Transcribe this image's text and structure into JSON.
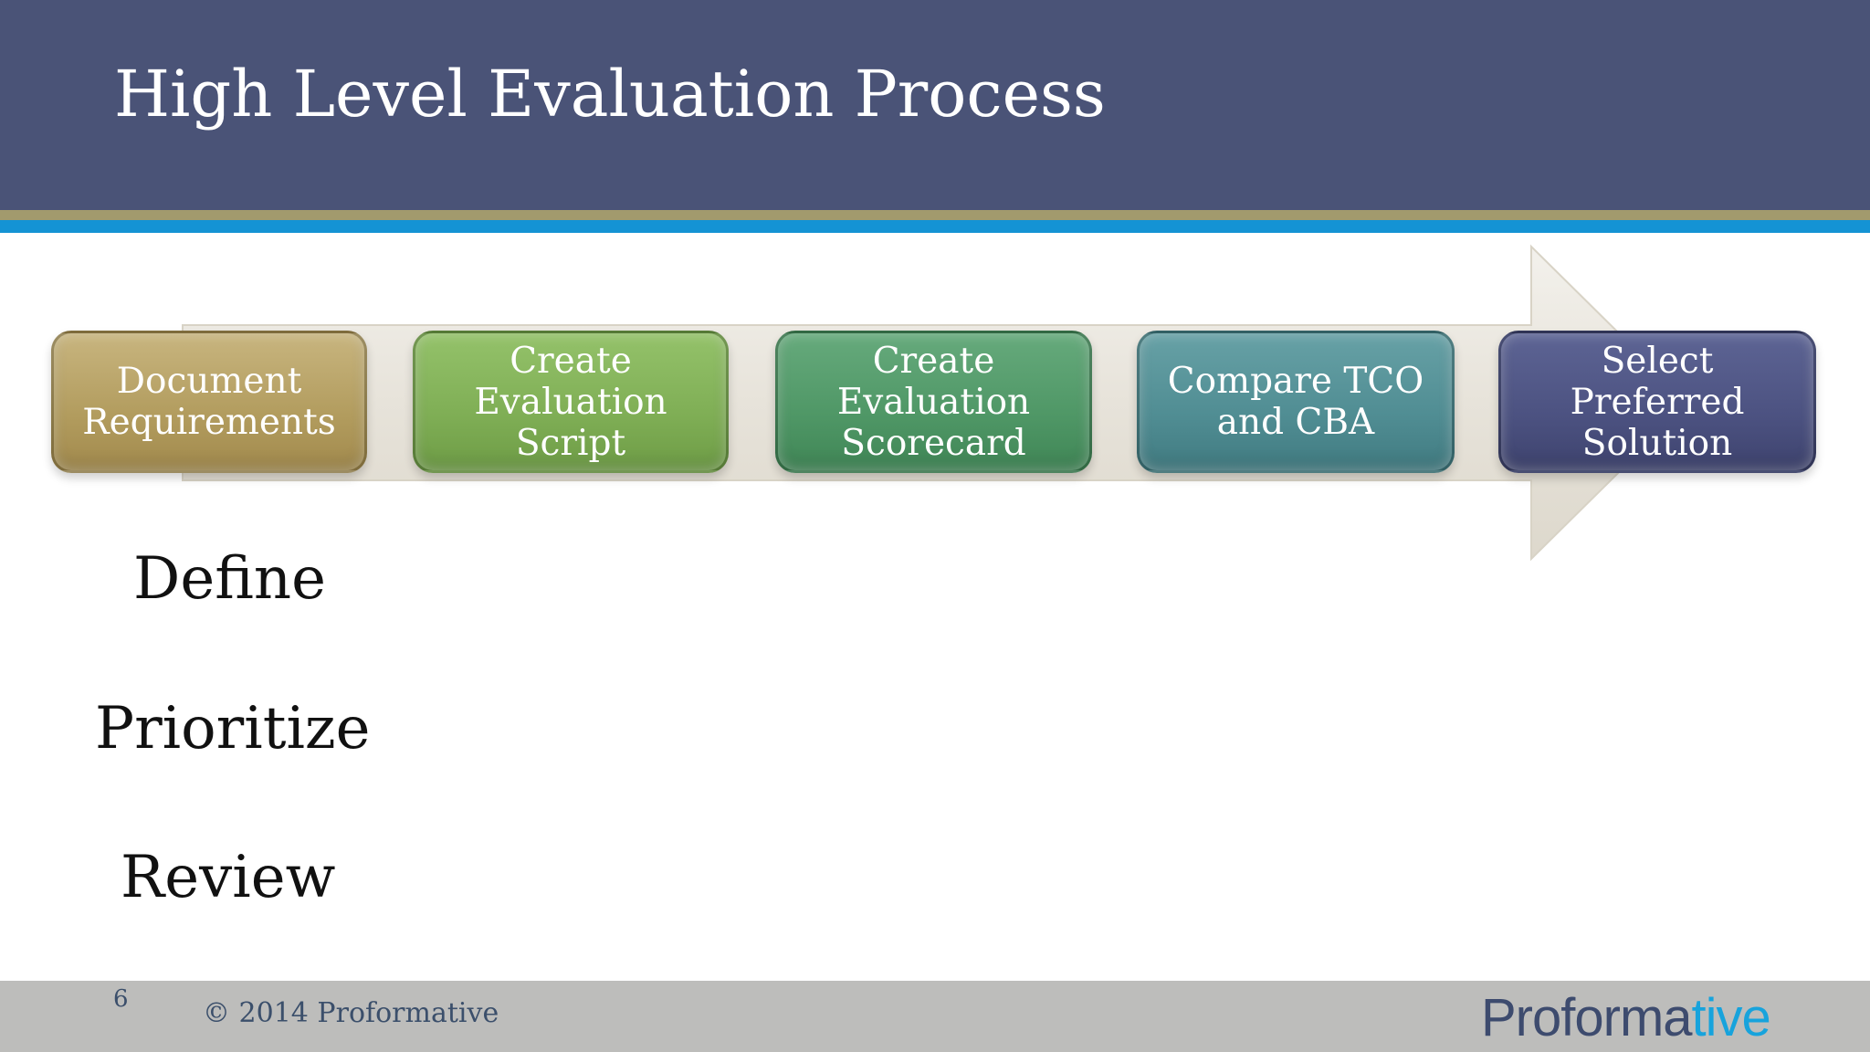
{
  "slide": {
    "title": "High Level Evaluation Process",
    "steps": [
      {
        "lines": [
          "Document",
          "Requirements"
        ],
        "color": "#b6a063"
      },
      {
        "lines": [
          "Create",
          "Evaluation",
          "Script"
        ],
        "color": "#85b35c"
      },
      {
        "lines": [
          "Create",
          "Evaluation",
          "Scorecard"
        ],
        "color": "#549b6b"
      },
      {
        "lines": [
          "Compare TCO",
          "and CBA"
        ],
        "color": "#559298"
      },
      {
        "lines": [
          "Select Preferred",
          "Solution"
        ],
        "color": "#4f5584"
      }
    ],
    "phases": [
      "Define",
      "Prioritize",
      "Review"
    ]
  },
  "footer": {
    "page_number": "6",
    "copyright": "© 2014 Proformative",
    "logo_part_a": "Proforma",
    "logo_part_b": "tive"
  },
  "colors": {
    "header": "#4a5377",
    "gold_stripe": "#a29a6d",
    "blue_stripe": "#1493d4",
    "footer": "#bdbdbb"
  }
}
